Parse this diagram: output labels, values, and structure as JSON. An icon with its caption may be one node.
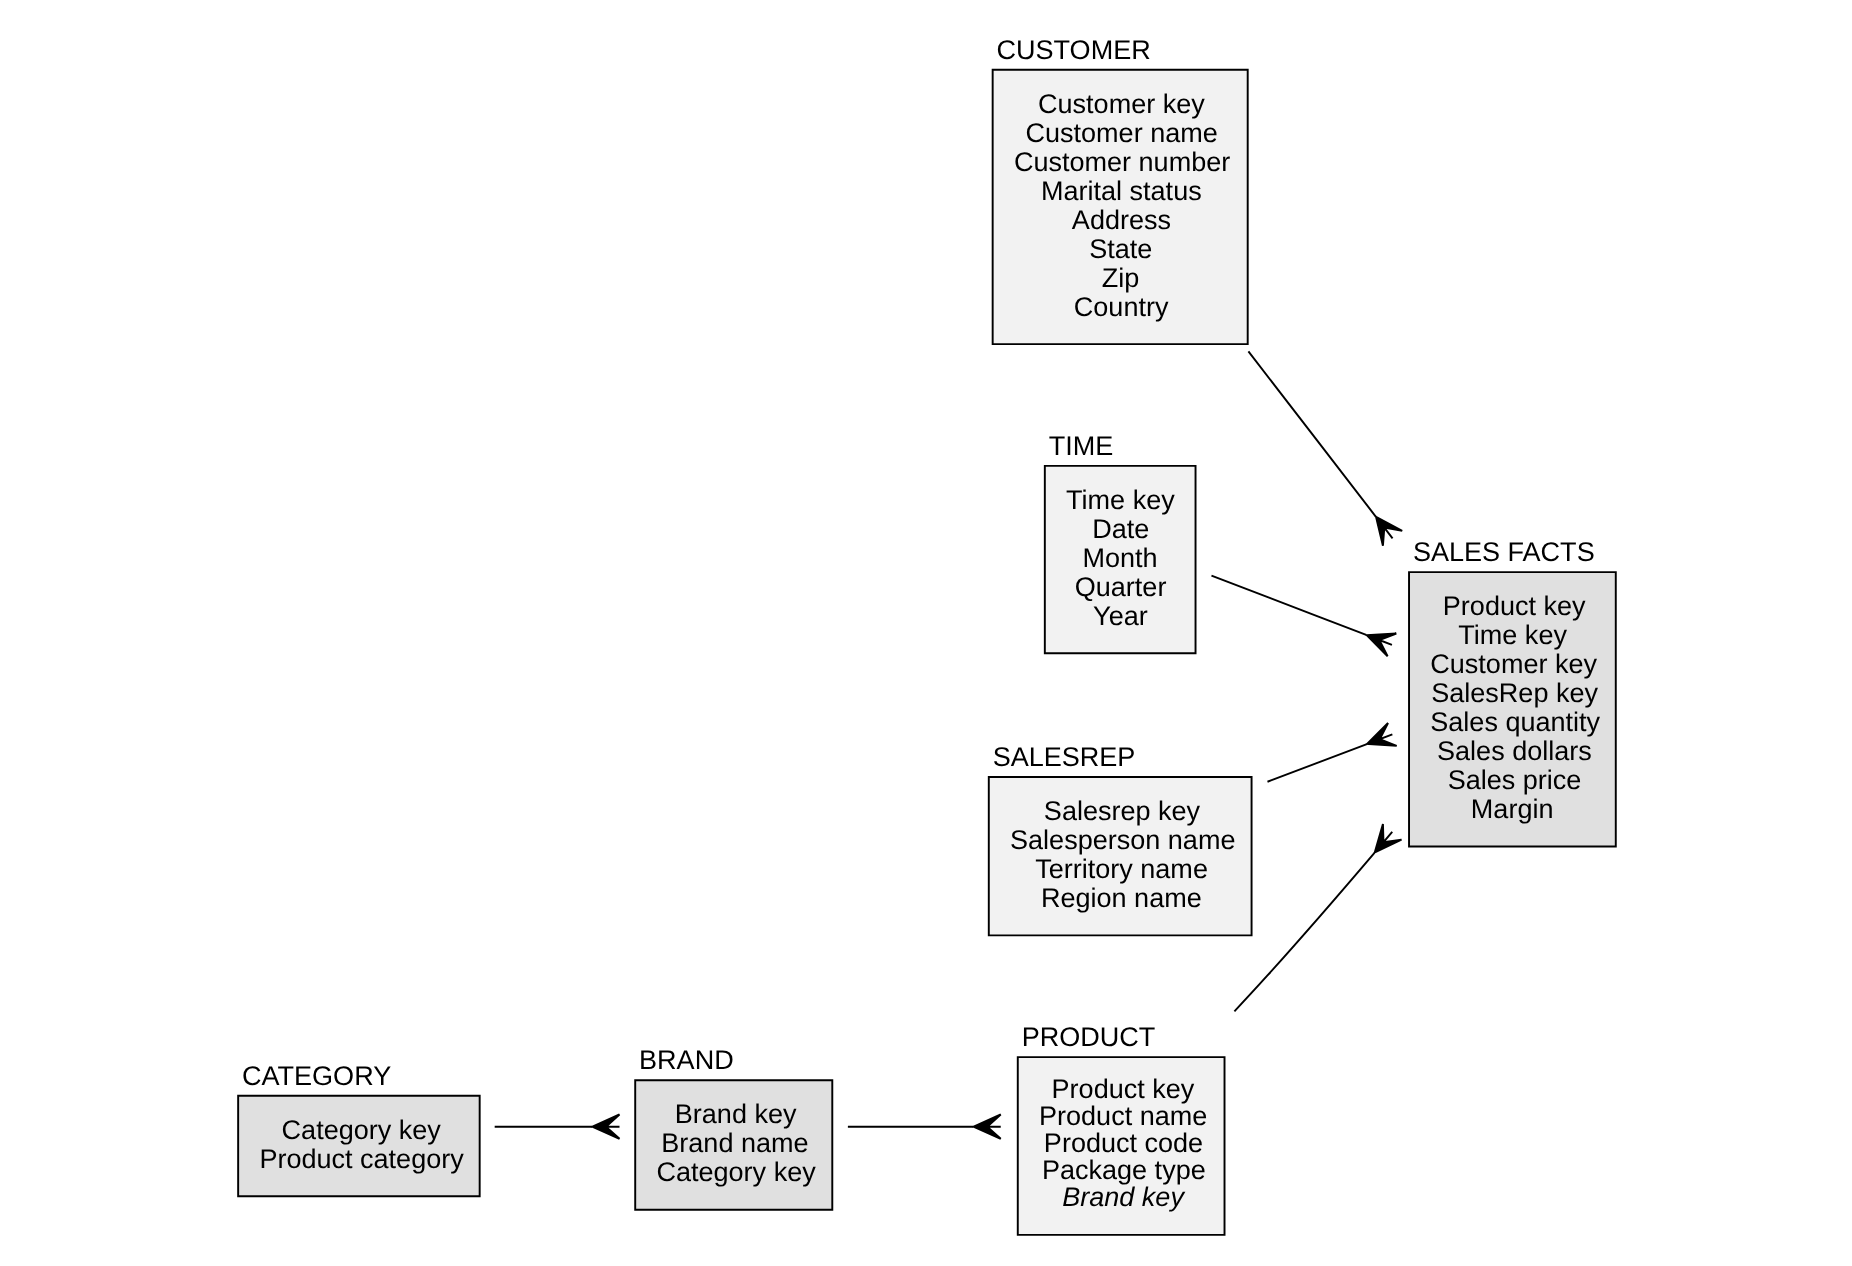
{
  "diagram": {
    "nodes": [
      {
        "text": [
          "BRAND",
          "Brand key",
          "Brand name",
          "Category key"
        ]
      },
      {
        "text": [
          "CATEGORY",
          "Category key",
          "Product category"
        ]
      },
      {
        "text": [
          "CUSTOMER",
          "Customer key",
          "Customer name",
          "Customer number",
          "Marital status",
          "Address",
          "State",
          "Zip",
          "Country"
        ]
      },
      {
        "text": [
          "PRODUCT",
          "Product key",
          "Product name",
          "Product code",
          "Package type",
          "*Brand key*"
        ]
      },
      {
        "text": [
          "SALES FACTS",
          "Product key",
          "Time key",
          "Customer key",
          "SalesRep key",
          "Sales quantity",
          "Sales dollars",
          "Sales price",
          "Margin"
        ]
      },
      {
        "text": [
          "TIME",
          "Time key",
          "Date",
          "Month",
          "Quarter",
          "Year"
        ]
      },
      {
        "text": [
          "SALESREP",
          "Salesrep key",
          "Salesperson name",
          "Territory name",
          "Region name"
        ]
      }
    ],
    "edges": [
      {
        "from": 1,
        "to": 0,
        "arrow": "other"
      },
      {
        "from": 0,
        "to": 3,
        "arrow": "other"
      },
      {
        "from": 3,
        "to": 4,
        "arrow": "other"
      },
      {
        "from": 5,
        "to": 4,
        "arrow": "other"
      },
      {
        "from": 2,
        "to": 4,
        "arrow": "other"
      },
      {
        "from": 6,
        "to": 4,
        "arrow": "other"
      }
    ]
  }
}
